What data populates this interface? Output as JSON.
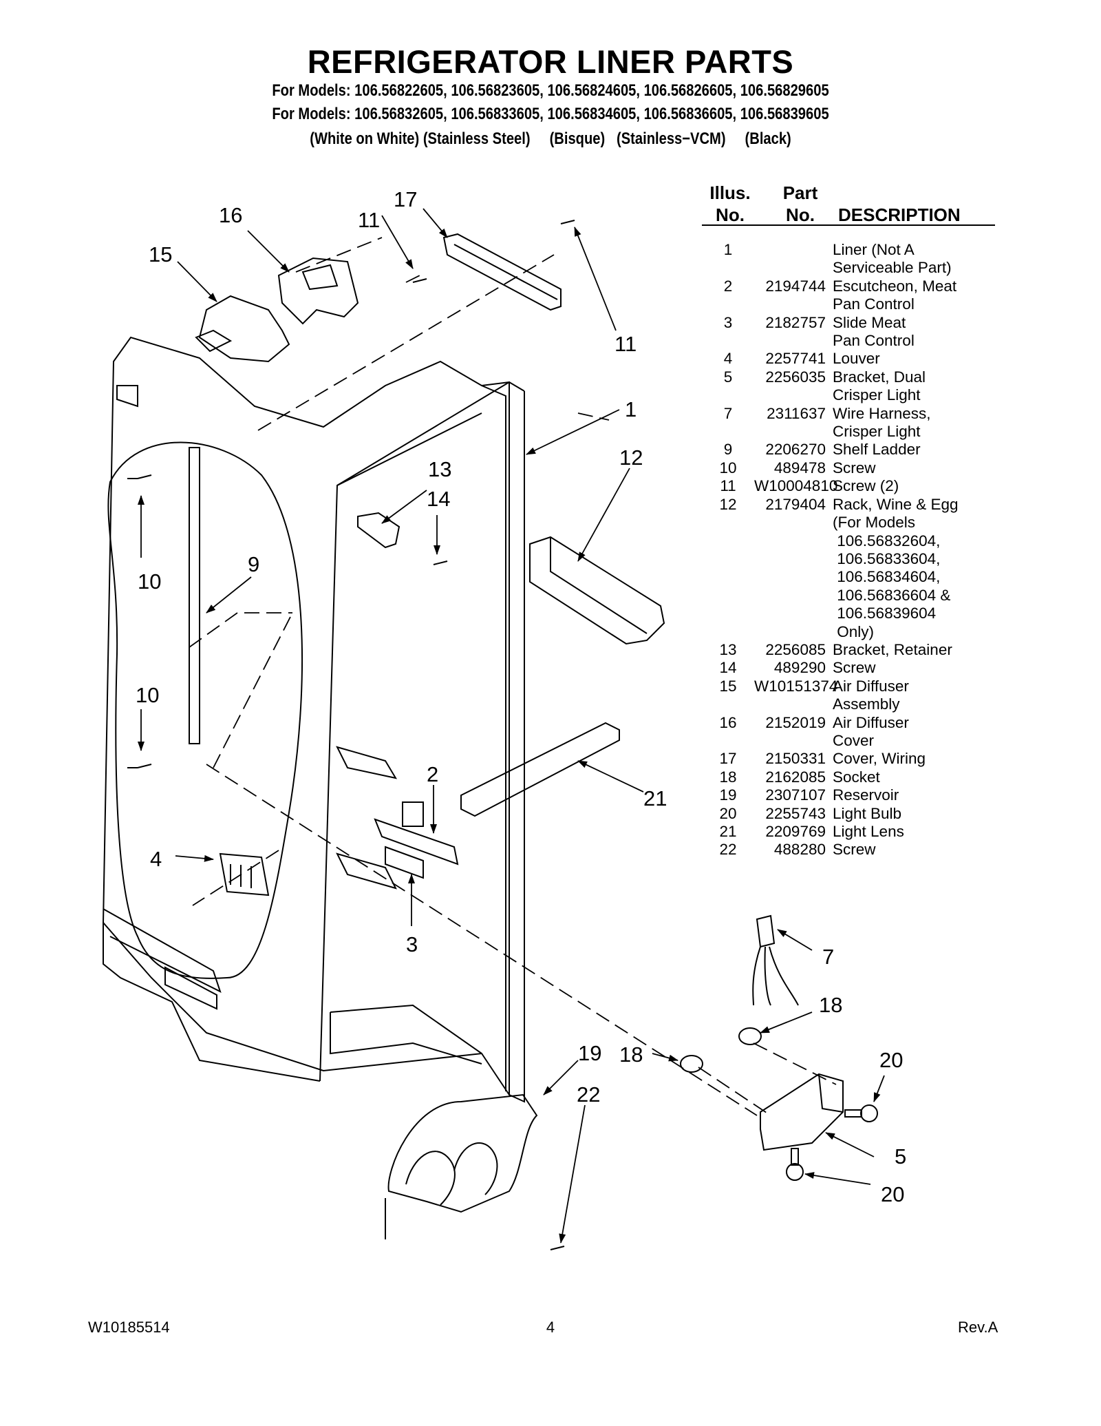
{
  "header": {
    "title": "REFRIGERATOR LINER PARTS",
    "models_line_1": "For Models: 106.56822605, 106.56823605, 106.56824605, 106.56826605, 106.56829605",
    "models_line_2": "For Models: 106.56832605, 106.56833605, 106.56834605, 106.56836605, 106.56839605",
    "colors_line": "(White on White) (Stainless Steel)     (Bisque)   (Stainless−VCM)     (Black)"
  },
  "table": {
    "col_illus_1": "Illus.",
    "col_illus_2": "No.",
    "col_part_1": "Part",
    "col_part_2": "No.",
    "col_desc": "DESCRIPTION",
    "rows": [
      {
        "no": "1",
        "part": "",
        "desc": "Liner (Not A\nServiceable Part)"
      },
      {
        "no": "2",
        "part": "2194744",
        "desc": "Escutcheon, Meat\nPan Control"
      },
      {
        "no": "3",
        "part": "2182757",
        "desc": "Slide Meat\nPan Control"
      },
      {
        "no": "4",
        "part": "2257741",
        "desc": "Louver"
      },
      {
        "no": "5",
        "part": "2256035",
        "desc": "Bracket, Dual\nCrisper Light"
      },
      {
        "no": "7",
        "part": "2311637",
        "desc": "Wire Harness,\nCrisper Light"
      },
      {
        "no": "9",
        "part": "2206270",
        "desc": "Shelf Ladder"
      },
      {
        "no": "10",
        "part": "489478",
        "desc": "Screw"
      },
      {
        "no": "11",
        "part": "W10004810",
        "desc": "Screw (2)"
      },
      {
        "no": "12",
        "part": "2179404",
        "desc": "Rack, Wine & Egg\n(For Models\n 106.56832604,\n 106.56833604,\n 106.56834604,\n 106.56836604 &\n 106.56839604\n Only)"
      },
      {
        "no": "13",
        "part": "2256085",
        "desc": "Bracket, Retainer"
      },
      {
        "no": "14",
        "part": "489290",
        "desc": "Screw"
      },
      {
        "no": "15",
        "part": "W10151374",
        "desc": "Air Diffuser\nAssembly"
      },
      {
        "no": "16",
        "part": "2152019",
        "desc": "Air Diffuser\nCover"
      },
      {
        "no": "17",
        "part": "2150331",
        "desc": "Cover, Wiring"
      },
      {
        "no": "18",
        "part": "2162085",
        "desc": "Socket"
      },
      {
        "no": "19",
        "part": "2307107",
        "desc": "Reservoir"
      },
      {
        "no": "20",
        "part": "2255743",
        "desc": "Light Bulb"
      },
      {
        "no": "21",
        "part": "2209769",
        "desc": "Light Lens"
      },
      {
        "no": "22",
        "part": "488280",
        "desc": "Screw"
      }
    ]
  },
  "diagram": {
    "callouts": [
      "17",
      "16",
      "11",
      "15",
      "11",
      "1",
      "12",
      "13",
      "14",
      "10",
      "9",
      "10",
      "2",
      "21",
      "4",
      "3",
      "7",
      "18",
      "18",
      "19",
      "20",
      "22",
      "5",
      "20"
    ]
  },
  "footer": {
    "doc_number": "W10185514",
    "page": "4",
    "revision": "Rev.A"
  }
}
